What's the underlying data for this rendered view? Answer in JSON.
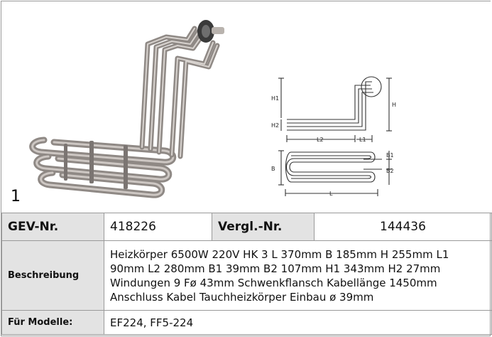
{
  "figure": {
    "number": "1"
  },
  "drawing": {
    "labels": {
      "h1": "H1",
      "h2": "H2",
      "h": "H",
      "l2": "L2",
      "l1": "L1",
      "b": "B",
      "b1": "B1",
      "b2": "B2",
      "l": "L"
    }
  },
  "table": {
    "gev_label": "GEV-Nr.",
    "gev_value": "418226",
    "vergl_label": "Vergl.-Nr.",
    "vergl_value": "144436",
    "beschreibung_label": "Beschreibung",
    "beschreibung_value": "Heizkörper  6500W 220V HK 3 L 370mm B 185mm H 255mm L1 90mm L2 280mm B1 39mm B2 107mm H1 343mm H2 27mm Windungen 9 Fø 43mm Schwenkflansch Kabellänge 1450mm Anschluss Kabel Tauchheizkörper Einbau ø 39mm",
    "modelle_label": "Für Modelle:",
    "modelle_value": "EF224, FF5-224"
  },
  "colors": {
    "label_bg": "#e3e3e3",
    "border": "#9a9a9a",
    "tube": "#9c9490"
  }
}
